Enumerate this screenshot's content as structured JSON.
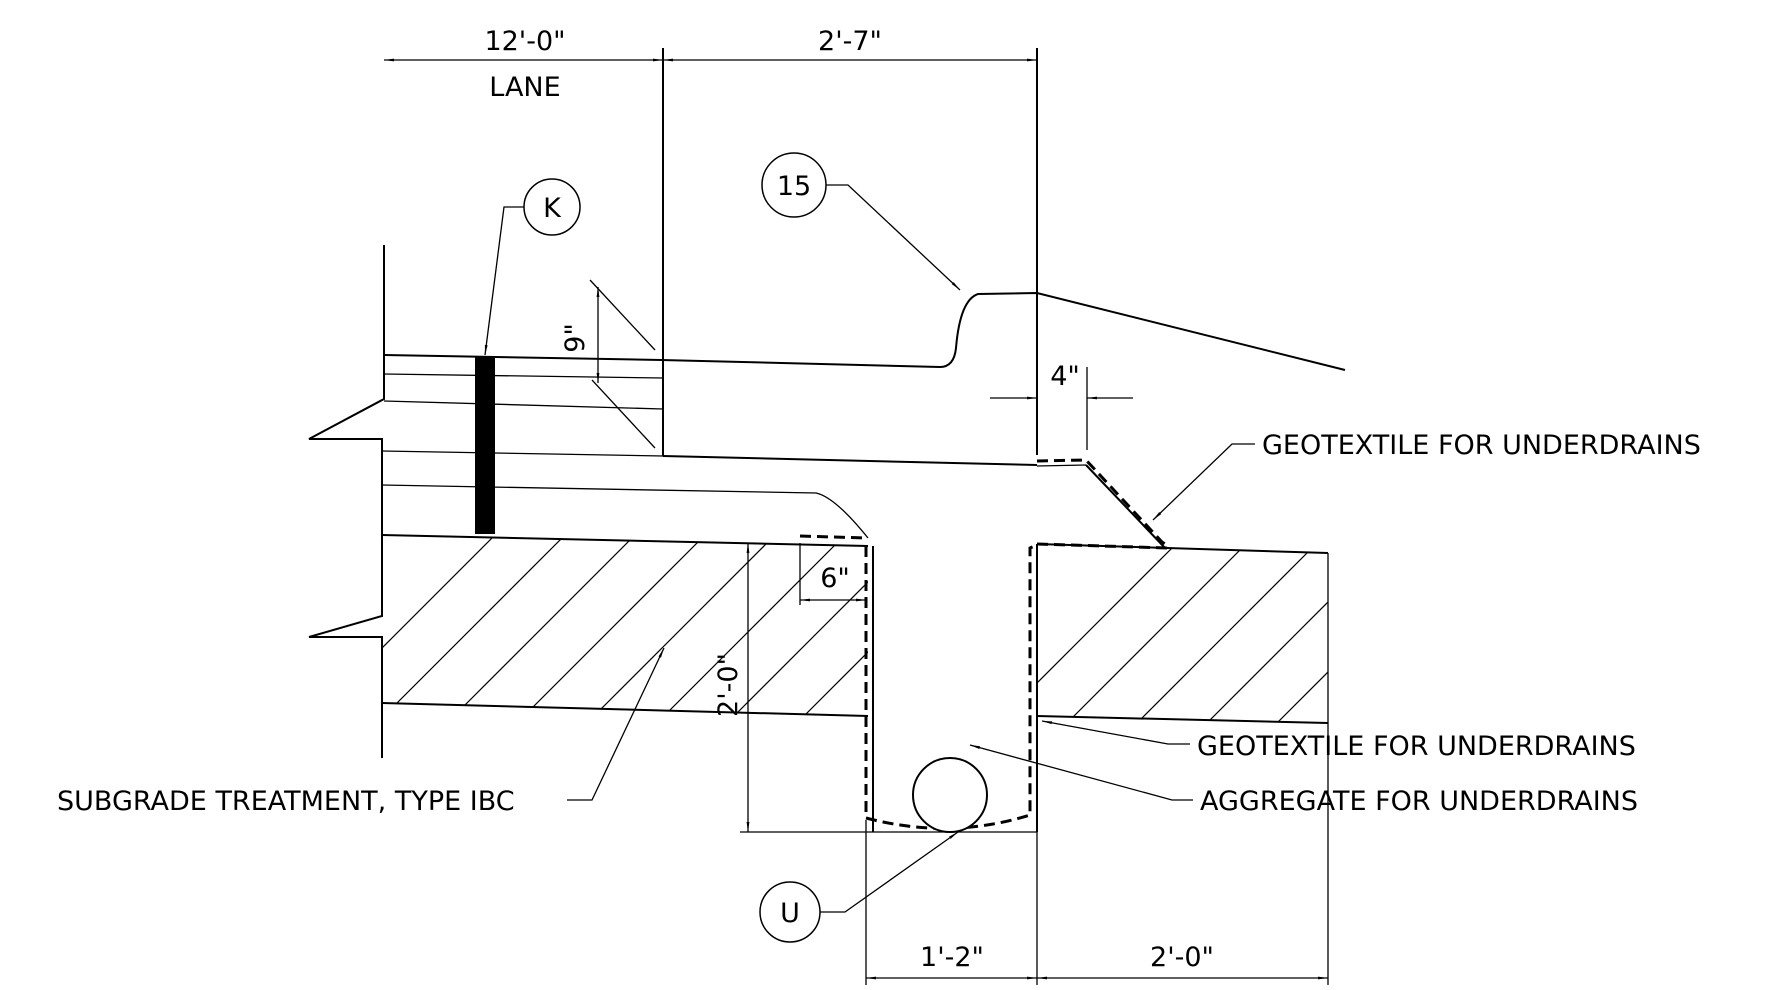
{
  "dimensions": {
    "lane_width": "12'-0\"",
    "lane_label": "LANE",
    "shoulder_width": "2'-7\"",
    "curb_height": "9\"",
    "offset_4": "4\"",
    "offset_6": "6\"",
    "trench_depth": "2'-0\"",
    "trench_width": "1'-2\"",
    "treatment_extension": "2'-0\""
  },
  "callouts": {
    "k": "K",
    "fifteen": "15",
    "u": "U"
  },
  "notes": {
    "geotextile_upper": "GEOTEXTILE FOR UNDERDRAINS",
    "geotextile_lower": "GEOTEXTILE FOR UNDERDRAINS",
    "aggregate": "AGGREGATE FOR UNDERDRAINS",
    "subgrade": "SUBGRADE TREATMENT, TYPE IBC"
  }
}
